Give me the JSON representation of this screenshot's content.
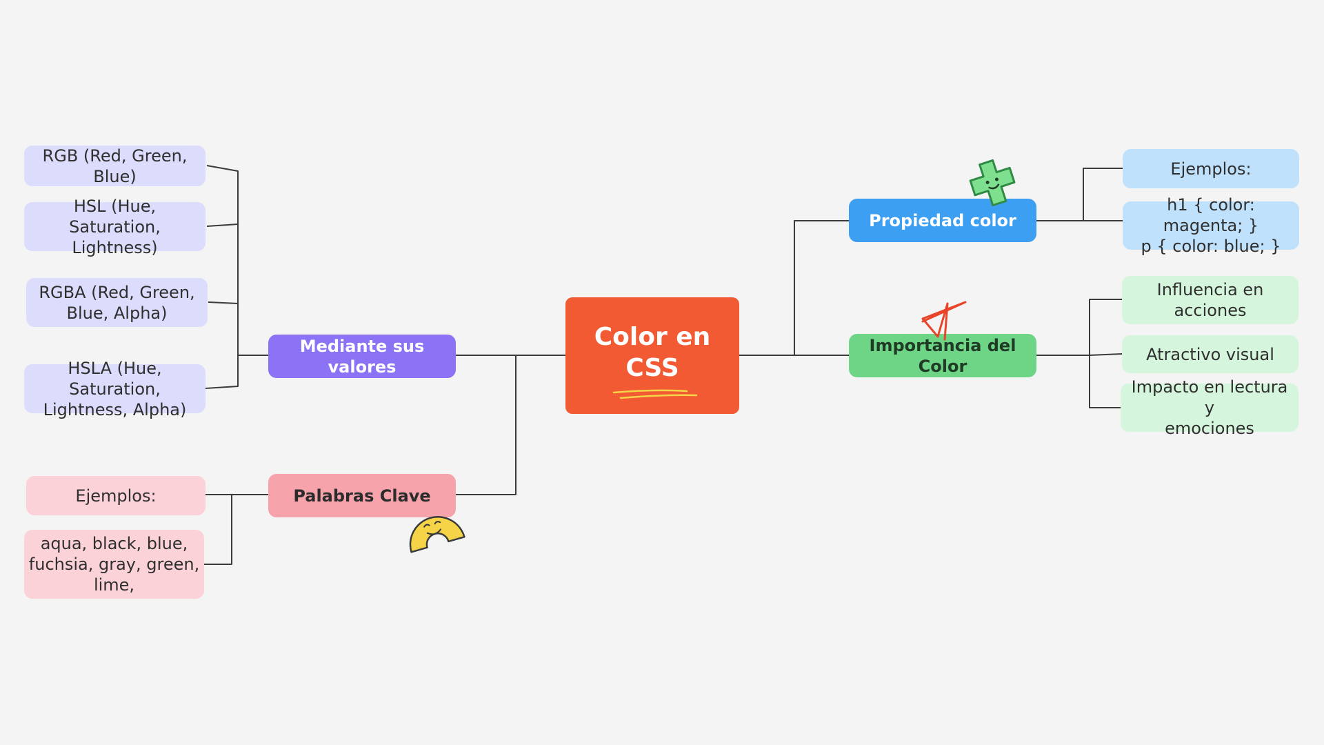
{
  "diagram": {
    "center": {
      "label": "Color en CSS"
    },
    "branches": {
      "valores": {
        "label": "Mediante sus valores",
        "items": [
          "RGB (Red, Green, Blue)",
          "HSL (Hue, Saturation,\nLightness)",
          "RGBA (Red, Green,\nBlue, Alpha)",
          "HSLA (Hue, Saturation,\nLightness, Alpha)"
        ]
      },
      "claves": {
        "label": "Palabras Clave",
        "items": [
          "Ejemplos:",
          "aqua, black, blue,\nfuchsia, gray, green,\nlime,"
        ]
      },
      "propiedad": {
        "label": "Propiedad color",
        "items": [
          "Ejemplos:",
          "h1 { color: magenta; }\np { color: blue; }"
        ]
      },
      "importancia": {
        "label": "Importancia del Color",
        "items": [
          "Influencia en\nacciones",
          "Atractivo visual",
          "Impacto en lectura y\nemociones"
        ]
      }
    }
  },
  "colors": {
    "background": "#f4f4f4",
    "center": "#f15a32",
    "valores_branch": "#8c73f5",
    "valores_leaf": "#dcdcfc",
    "claves_branch": "#f6a3ac",
    "claves_leaf": "#fbd2d7",
    "propiedad_branch": "#3d9ff2",
    "propiedad_leaf": "#bfe1fb",
    "importancia_branch": "#6fd586",
    "importancia_leaf": "#d5f6dc",
    "connector": "#3a3a3a"
  },
  "decorations": [
    "green-star-sticker-icon",
    "red-star-doodle-icon",
    "yellow-half-sun-sticker-icon",
    "underline-squiggle-icon"
  ]
}
